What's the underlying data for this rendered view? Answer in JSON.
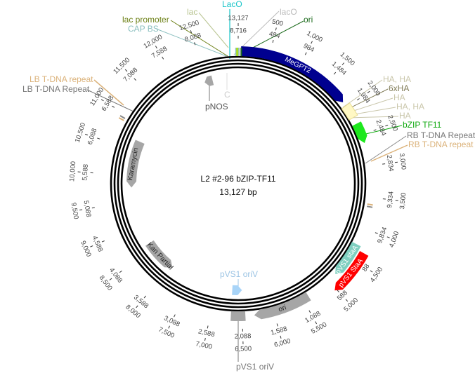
{
  "plasmid": {
    "name": "L2 #2-96 bZIP-TF11",
    "length_label": "13,127 bp",
    "length_bp": 13127
  },
  "ticks": [
    {
      "bp": 0,
      "primary": "13,127",
      "secondary": "8,716"
    },
    {
      "bp": 500,
      "primary": "500",
      "secondary": "484"
    },
    {
      "bp": 1000,
      "primary": "1,000",
      "secondary": "984"
    },
    {
      "bp": 1500,
      "primary": "1,500",
      "secondary": "1,484"
    },
    {
      "bp": 2000,
      "primary": "2,000",
      "secondary": "1,984"
    },
    {
      "bp": 2500,
      "primary": "2,500",
      "secondary": "2,484"
    },
    {
      "bp": 3000,
      "primary": "3,000",
      "secondary": "2,834"
    },
    {
      "bp": 3500,
      "primary": "3,500",
      "secondary": "9,334"
    },
    {
      "bp": 4000,
      "primary": "4,000",
      "secondary": "9,834"
    },
    {
      "bp": 4500,
      "primary": "4,500",
      "secondary": "88"
    },
    {
      "bp": 5000,
      "primary": "5,000",
      "secondary": "588"
    },
    {
      "bp": 5500,
      "primary": "5,500",
      "secondary": "1,088"
    },
    {
      "bp": 6000,
      "primary": "6,000",
      "secondary": "1,588"
    },
    {
      "bp": 6500,
      "primary": "6,500",
      "secondary": "2,088"
    },
    {
      "bp": 7000,
      "primary": "7,000",
      "secondary": "2,588"
    },
    {
      "bp": 7500,
      "primary": "7,500",
      "secondary": "3,088"
    },
    {
      "bp": 8000,
      "primary": "8,000",
      "secondary": "3,588"
    },
    {
      "bp": 8500,
      "primary": "8,500",
      "secondary": "4,088"
    },
    {
      "bp": 9000,
      "primary": "9,000",
      "secondary": "4,588"
    },
    {
      "bp": 9500,
      "primary": "9,500",
      "secondary": "5,088"
    },
    {
      "bp": 10000,
      "primary": "10,000",
      "secondary": "5,588"
    },
    {
      "bp": 10500,
      "primary": "10,500",
      "secondary": "6,088"
    },
    {
      "bp": 11000,
      "primary": "11,000",
      "secondary": "6,588"
    },
    {
      "bp": 11500,
      "primary": "11,500",
      "secondary": "7,088"
    },
    {
      "bp": 12000,
      "primary": "12,000",
      "secondary": "7,588"
    },
    {
      "bp": 12500,
      "primary": "12,500",
      "secondary": "8,088"
    }
  ],
  "features": [
    {
      "name": "MeGPT2",
      "start": 45,
      "end": 1900,
      "track": "outer",
      "direction": 1,
      "color": "#00008f",
      "text_color": "#ffffff",
      "inline_label": true
    },
    {
      "name": "6xHA",
      "start": 1970,
      "end": 2190,
      "track": "outer",
      "direction": 0,
      "color": "#fff8c4",
      "text_color": "#6b6b4b",
      "inline_label": false
    },
    {
      "name": "bZIP TF11",
      "start": 2300,
      "end": 2630,
      "track": "outer",
      "direction": 1,
      "color": "#1ee81e",
      "text_color": "#11aa11",
      "inline_label": false
    },
    {
      "name": "pVS1 staA",
      "start": 4270,
      "end": 4850,
      "track": "outer",
      "direction": 1,
      "color": "#7fcfc0",
      "text_color": "#ffffff",
      "inline_label": true
    },
    {
      "name": "pVS1 StaA",
      "start": 4340,
      "end": 5030,
      "track": "outer2",
      "direction": 1,
      "color": "#ff0000",
      "text_color": "#ffffff",
      "inline_label": true
    },
    {
      "name": "ori",
      "start": 5400,
      "end": 6310,
      "track": "outer",
      "direction": 1,
      "color": "#a6a6a6",
      "text_color": "#222222",
      "inline_label": true
    },
    {
      "name": "pVS1 oriV",
      "start": 6450,
      "end": 6680,
      "track": "outer",
      "direction": 0,
      "color": "#a6a6a6",
      "text_color": "#777777",
      "inline_label": false
    },
    {
      "name": "pVS1 oriV",
      "start": 6490,
      "end": 6680,
      "track": "inner",
      "direction": -1,
      "color": "#a8d4f8",
      "text_color": "#9cc4e4",
      "inline_label": false
    },
    {
      "name": "Kan Partial",
      "start": 7950,
      "end": 8610,
      "track": "inner",
      "direction": -1,
      "color": "#a6a6a6",
      "text_color": "#222222",
      "inline_label": true
    },
    {
      "name": "Karamycin",
      "start": 9770,
      "end": 10690,
      "track": "inner",
      "direction": -1,
      "color": "#a6a6a6",
      "text_color": "#222222",
      "inline_label": true
    },
    {
      "name": "pNOS",
      "start": 12460,
      "end": 12620,
      "track": "inner",
      "direction": -1,
      "color": "#a6a6a6",
      "text_color": "#555555",
      "inline_label": false
    }
  ],
  "callouts": {
    "laco_top": {
      "text": "LacO",
      "color": "#18c4c8"
    },
    "lac": {
      "text": "lac",
      "color": "#b8c490"
    },
    "laco_right": {
      "text": "lacO",
      "color": "#bbbbbb"
    },
    "ori_top": {
      "text": "ori",
      "color": "#1d6b1d"
    },
    "lac_promoter": {
      "text": "lac promoter",
      "color": "#6b7f14"
    },
    "cap_bs": {
      "text": "CAP BS",
      "color": "#8cc0c0"
    },
    "ha_ha_1": {
      "text": "HA, HA",
      "color": "#c9c6aa"
    },
    "six_ha": {
      "text": "6xHA",
      "color": "#7f7a55"
    },
    "ha_1": {
      "text": "HA",
      "color": "#c9c6aa"
    },
    "ha_ha_2": {
      "text": "HA, HA",
      "color": "#c9c6aa"
    },
    "ha_2": {
      "text": "HA",
      "color": "#c9c6aa"
    },
    "bzip": {
      "text": "bZIP TF11",
      "color": "#11aa11"
    },
    "rb_repeat_cap": {
      "text": "RB T-DNA Repeat",
      "color": "#777777"
    },
    "rb_repeat": {
      "text": "RB T-DNA repeat",
      "color": "#dbb27a"
    },
    "lb_repeat": {
      "text": "LB T-DNA repeat",
      "color": "#dbb27a"
    },
    "lb_repeat_cap": {
      "text": "LB T-DNA Repeat",
      "color": "#777777"
    },
    "pnos": {
      "text": "pNOS",
      "color": "#555555"
    },
    "c": {
      "text": "C",
      "color": "#cccccc"
    },
    "pvs1_oriv_inner": {
      "text": "pVS1 oriV",
      "color": "#9cc4e4"
    },
    "pvs1_oriv_outer": {
      "text": "pVS1 oriV",
      "color": "#777777"
    }
  }
}
